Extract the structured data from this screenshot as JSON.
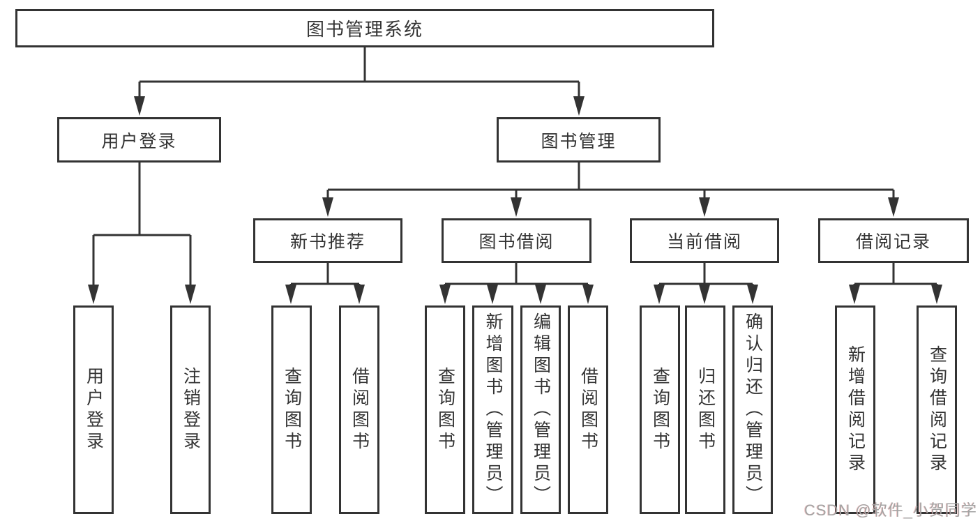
{
  "tree": {
    "label": "图书管理系统",
    "children": [
      {
        "label": "用户登录",
        "children": [
          {
            "label": "用户登录"
          },
          {
            "label": "注销登录"
          }
        ]
      },
      {
        "label": "图书管理",
        "children": [
          {
            "label": "新书推荐",
            "children": [
              {
                "label": "查询图书"
              },
              {
                "label": "借阅图书"
              }
            ]
          },
          {
            "label": "图书借阅",
            "children": [
              {
                "label": "查询图书"
              },
              {
                "label": "新增图书（管理员）"
              },
              {
                "label": "编辑图书（管理员）"
              },
              {
                "label": "借阅图书"
              }
            ]
          },
          {
            "label": "当前借阅",
            "children": [
              {
                "label": "查询图书"
              },
              {
                "label": "归还图书"
              },
              {
                "label": "确认归还（管理员）"
              }
            ]
          },
          {
            "label": "借阅记录",
            "children": [
              {
                "label": "新增借阅记录"
              },
              {
                "label": "查询借阅记录"
              }
            ]
          }
        ]
      }
    ]
  },
  "watermark": {
    "text": "CSDN @软件_小贺同学"
  },
  "colors": {
    "line": "#333333",
    "box_border": "#333333",
    "box_fill": "#ffffff",
    "text": "#333333",
    "watermark": "#a3a3a3",
    "background": "#ffffff"
  }
}
